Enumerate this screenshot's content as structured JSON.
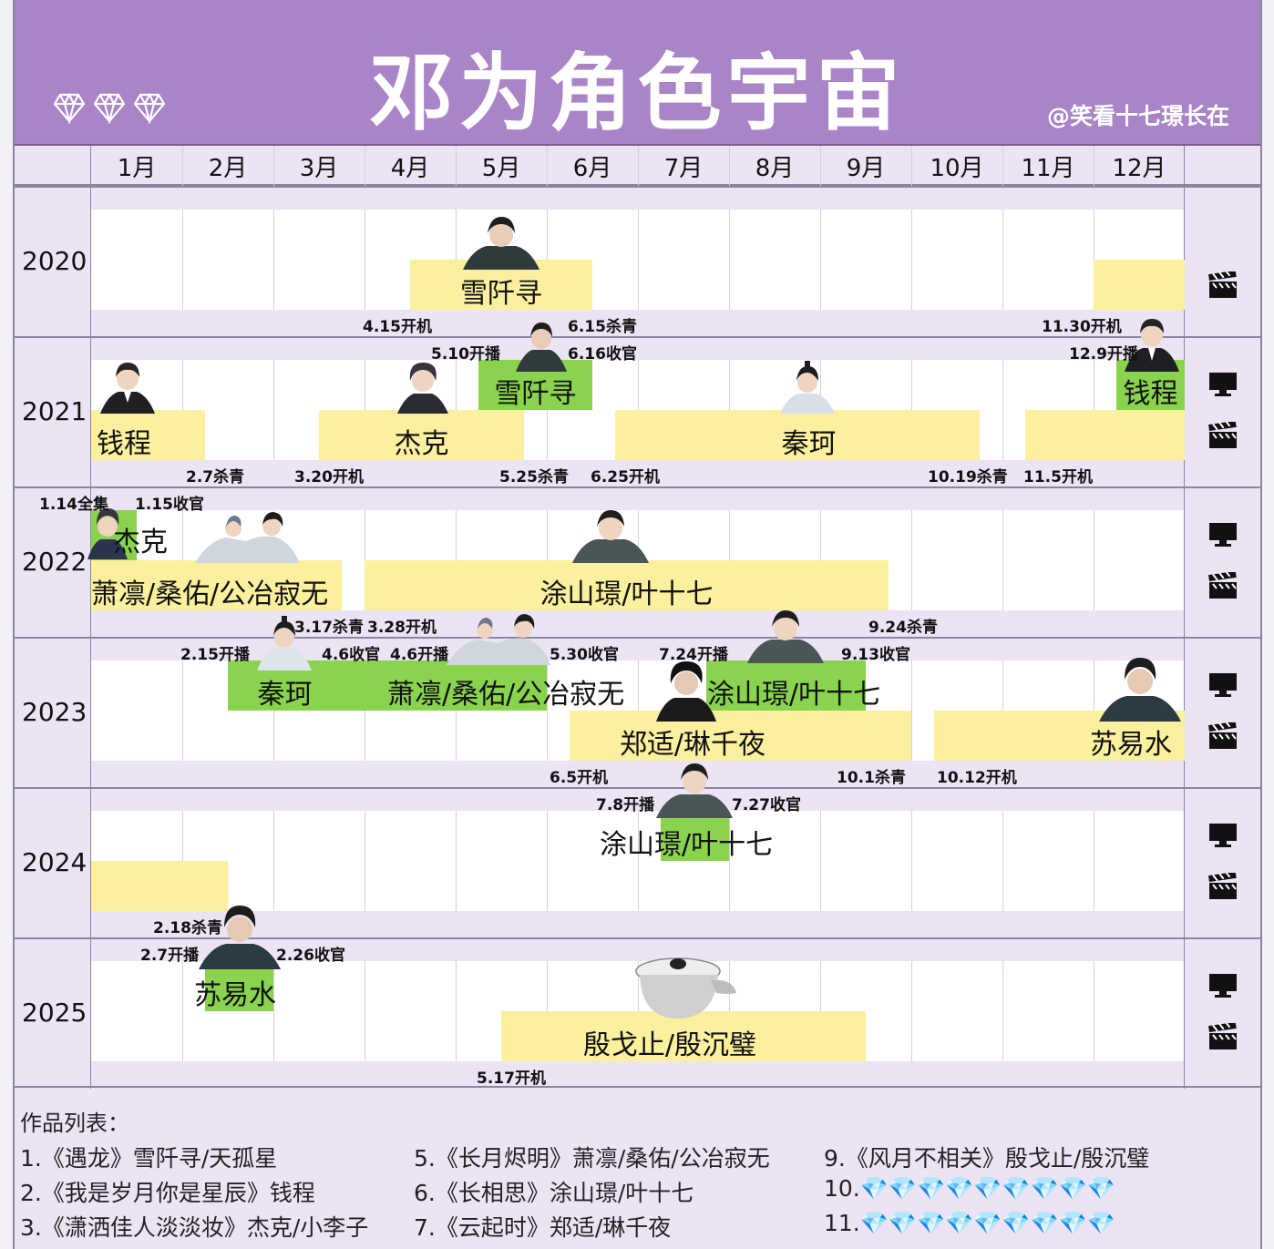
{
  "header": {
    "title": "邓为角色宇宙",
    "handle": "@笑看十七璟长在"
  },
  "months": [
    "1月",
    "2月",
    "3月",
    "4月",
    "5月",
    "6月",
    "7月",
    "8月",
    "9月",
    "10月",
    "11月",
    "12月"
  ],
  "years": [
    "2020",
    "2021",
    "2022",
    "2023",
    "2024",
    "2025"
  ],
  "bars": [
    {
      "label": "雪阡寻"
    },
    {
      "label": ""
    },
    {
      "label": "雪阡寻"
    },
    {
      "label": "钱程"
    },
    {
      "label": "杰克"
    },
    {
      "label": "秦珂"
    },
    {
      "label": ""
    },
    {
      "label": "钱程"
    },
    {
      "label": "杰克"
    },
    {
      "label": "萧凛/桑佑/公冶寂无"
    },
    {
      "label": "涂山璟/叶十七"
    },
    {
      "label": "秦珂"
    },
    {
      "label": "萧凛/桑佑/公冶寂无"
    },
    {
      "label": "涂山璟/叶十七"
    },
    {
      "label": "郑适/琳千夜"
    },
    {
      "label": "苏易水"
    },
    {
      "label": ""
    },
    {
      "label": "涂山璟/叶十七"
    },
    {
      "label": "苏易水"
    },
    {
      "label": "殷戈止/殷沉璧"
    }
  ],
  "dates": [
    "4.15开机",
    "6.15杀青",
    "11.30开机",
    "5.10开播",
    "6.16收官",
    "12.9开播",
    "2.7杀青",
    "3.20开机",
    "5.25杀青",
    "6.25开机",
    "10.19杀青",
    "11.5开机",
    "1.14全集",
    "1.15收官",
    "3.17杀青",
    "3.28开机",
    "9.24杀青",
    "2.15开播",
    "4.6收官",
    "4.6开播",
    "5.30收官",
    "7.24开播",
    "9.13收官",
    "6.5开机",
    "10.1杀青",
    "10.12开机",
    "7.8开播",
    "7.27收官",
    "2.18杀青",
    "2.7开播",
    "2.26收官",
    "5.17开机"
  ],
  "works_list": {
    "title": "作品列表：",
    "items": [
      "1.《遇龙》雪阡寻/天孤星",
      "2.《我是岁月你是星辰》钱程",
      "3.《潇洒佳人淡淡妆》杰克/小李子",
      "5.《长月烬明》萧凛/桑佑/公冶寂无",
      "6.《长相思》涂山璟/叶十七",
      "7.《云起时》郑适/琳千夜",
      "9.《风月不相关》殷戈止/殷沉璧",
      "10.💎💎💎💎💎💎💎💎💎",
      "11.💎💎💎💎💎💎💎💎💎"
    ]
  },
  "colors": {
    "header": "#a985c7",
    "filming_bar": "#fbf09e",
    "airing_bar": "#8ad34e",
    "background": "#ece4f4"
  },
  "icons": {
    "tv": "monitor-icon",
    "filming": "clapperboard-icon",
    "logo": "diamond-icon"
  }
}
